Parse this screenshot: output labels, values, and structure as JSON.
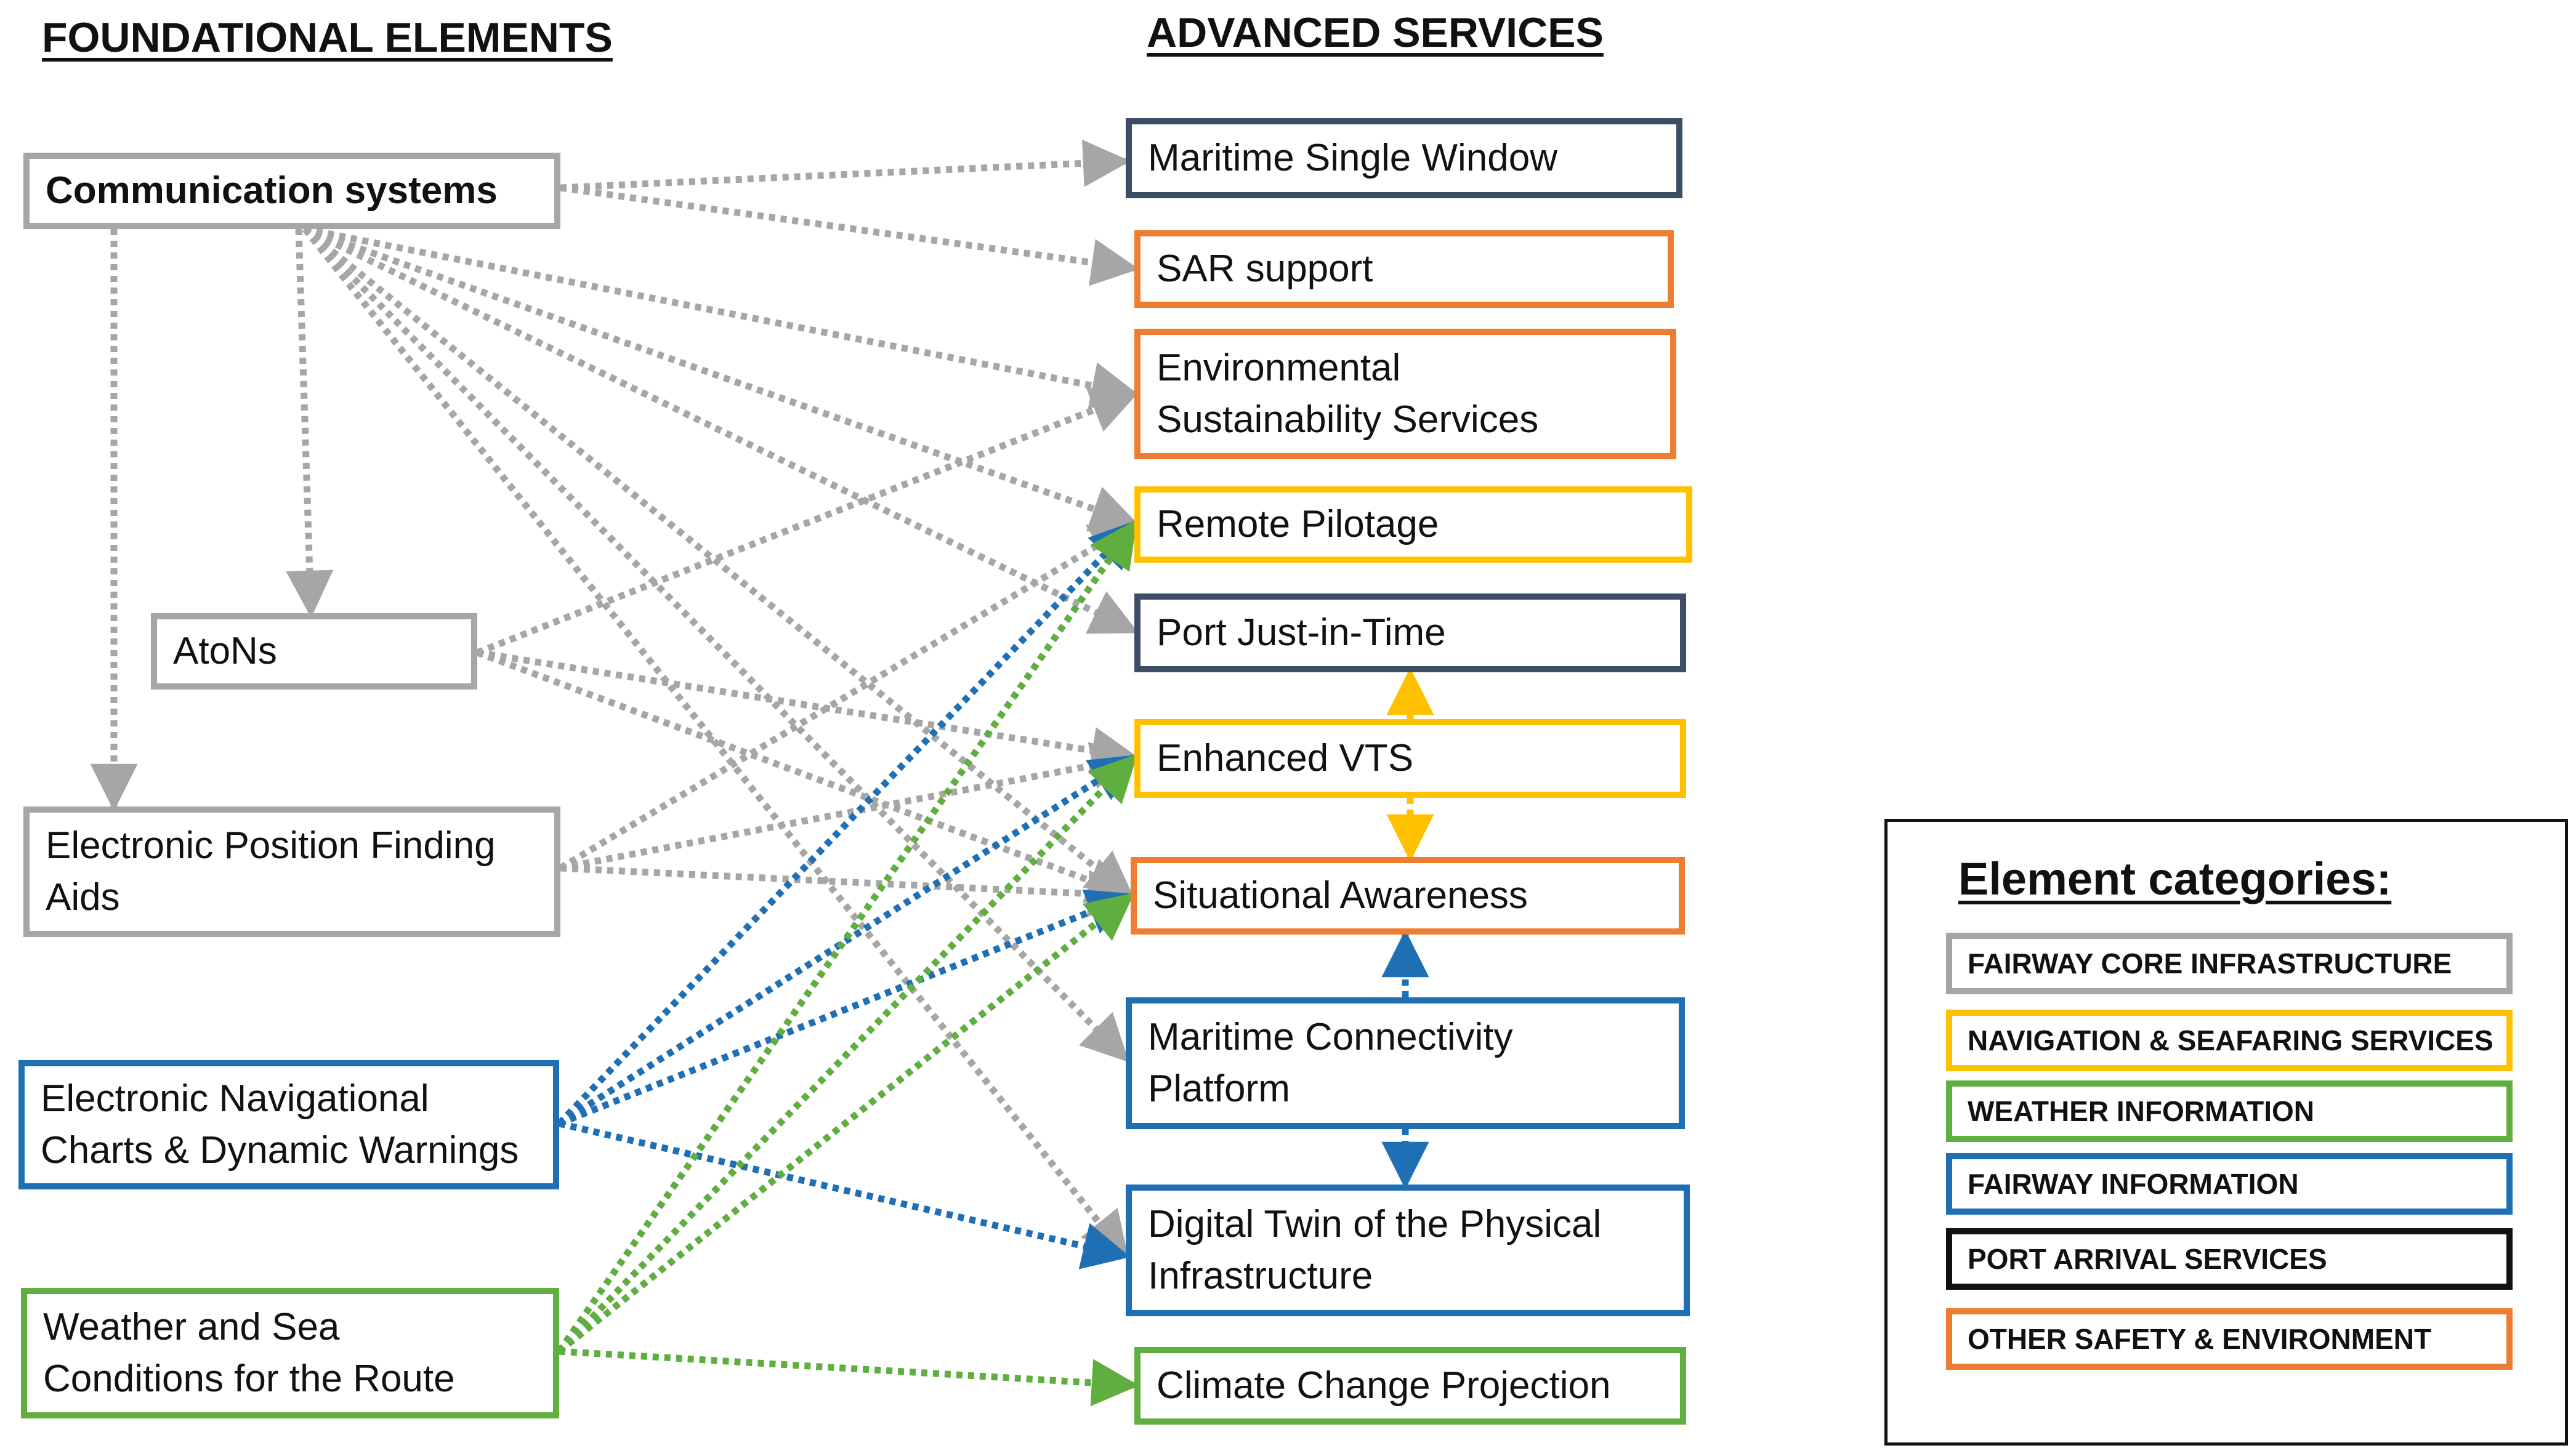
{
  "headings": {
    "foundational": "FOUNDATIONAL ELEMENTS",
    "advanced": "ADVANCED SERVICES"
  },
  "foundational_elements": [
    {
      "id": "comm",
      "lines": [
        "Communication systems"
      ],
      "category": "fairway-core-infrastructure"
    },
    {
      "id": "atons",
      "lines": [
        "AtoNs"
      ],
      "category": "fairway-core-infrastructure"
    },
    {
      "id": "epfa",
      "lines": [
        "Electronic Position Finding",
        "Aids"
      ],
      "category": "fairway-core-infrastructure"
    },
    {
      "id": "enc",
      "lines": [
        "Electronic Navigational",
        "Charts & Dynamic Warnings"
      ],
      "category": "fairway-information"
    },
    {
      "id": "weather",
      "lines": [
        "Weather and Sea",
        "Conditions for the Route"
      ],
      "category": "weather-information"
    }
  ],
  "advanced_services": [
    {
      "id": "msw",
      "lines": [
        "Maritime Single Window"
      ],
      "category": "port-arrival-services"
    },
    {
      "id": "sar",
      "lines": [
        "SAR support"
      ],
      "category": "other-safety-environment"
    },
    {
      "id": "env",
      "lines": [
        "Environmental",
        "Sustainability Services"
      ],
      "category": "other-safety-environment"
    },
    {
      "id": "rp",
      "lines": [
        "Remote Pilotage"
      ],
      "category": "navigation-seafaring-services"
    },
    {
      "id": "pjit",
      "lines": [
        "Port Just-in-Time"
      ],
      "category": "port-arrival-services"
    },
    {
      "id": "evts",
      "lines": [
        "Enhanced VTS"
      ],
      "category": "navigation-seafaring-services"
    },
    {
      "id": "sa",
      "lines": [
        "Situational Awareness"
      ],
      "category": "other-safety-environment"
    },
    {
      "id": "mcp",
      "lines": [
        "Maritime Connectivity",
        "Platform"
      ],
      "category": "fairway-information"
    },
    {
      "id": "dt",
      "lines": [
        "Digital Twin of the Physical",
        "Infrastructure"
      ],
      "category": "fairway-information"
    },
    {
      "id": "ccp",
      "lines": [
        "Climate Change Projection"
      ],
      "category": "weather-information"
    }
  ],
  "connections": [
    {
      "from": "comm",
      "to": "msw",
      "category": "fairway-core-infrastructure"
    },
    {
      "from": "comm",
      "to": "sar",
      "category": "fairway-core-infrastructure"
    },
    {
      "from": "comm",
      "to": "env",
      "category": "fairway-core-infrastructure"
    },
    {
      "from": "comm",
      "to": "rp",
      "category": "fairway-core-infrastructure"
    },
    {
      "from": "comm",
      "to": "pjit",
      "category": "fairway-core-infrastructure"
    },
    {
      "from": "comm",
      "to": "sa",
      "category": "fairway-core-infrastructure"
    },
    {
      "from": "comm",
      "to": "mcp",
      "category": "fairway-core-infrastructure"
    },
    {
      "from": "comm",
      "to": "dt",
      "category": "fairway-core-infrastructure"
    },
    {
      "from": "comm",
      "to": "atons",
      "category": "fairway-core-infrastructure"
    },
    {
      "from": "comm",
      "to": "epfa",
      "category": "fairway-core-infrastructure"
    },
    {
      "from": "atons",
      "to": "env",
      "category": "fairway-core-infrastructure"
    },
    {
      "from": "atons",
      "to": "evts",
      "category": "fairway-core-infrastructure"
    },
    {
      "from": "atons",
      "to": "sa",
      "category": "fairway-core-infrastructure"
    },
    {
      "from": "epfa",
      "to": "rp",
      "category": "fairway-core-infrastructure"
    },
    {
      "from": "epfa",
      "to": "evts",
      "category": "fairway-core-infrastructure"
    },
    {
      "from": "epfa",
      "to": "sa",
      "category": "fairway-core-infrastructure"
    },
    {
      "from": "enc",
      "to": "rp",
      "category": "fairway-information"
    },
    {
      "from": "enc",
      "to": "evts",
      "category": "fairway-information"
    },
    {
      "from": "enc",
      "to": "sa",
      "category": "fairway-information"
    },
    {
      "from": "enc",
      "to": "dt",
      "category": "fairway-information"
    },
    {
      "from": "weather",
      "to": "rp",
      "category": "weather-information"
    },
    {
      "from": "weather",
      "to": "evts",
      "category": "weather-information"
    },
    {
      "from": "weather",
      "to": "sa",
      "category": "weather-information"
    },
    {
      "from": "weather",
      "to": "ccp",
      "category": "weather-information"
    },
    {
      "from": "evts",
      "to": "pjit",
      "category": "navigation-seafaring-services"
    },
    {
      "from": "evts",
      "to": "sa",
      "category": "navigation-seafaring-services"
    },
    {
      "from": "mcp",
      "to": "sa",
      "category": "fairway-information"
    },
    {
      "from": "mcp",
      "to": "dt",
      "category": "fairway-information"
    }
  ],
  "legend": {
    "title": "Element categories:",
    "items": [
      {
        "id": "fairway-core-infrastructure",
        "label": "FAIRWAY CORE INFRASTRUCTURE",
        "color": "#a6a6a6"
      },
      {
        "id": "navigation-seafaring-services",
        "label": "NAVIGATION & SEAFARING SERVICES",
        "color": "#ffc000"
      },
      {
        "id": "weather-information",
        "label": "WEATHER INFORMATION",
        "color": "#5fae3f"
      },
      {
        "id": "fairway-information",
        "label": "FAIRWAY INFORMATION",
        "color": "#1f6fb5"
      },
      {
        "id": "port-arrival-services",
        "label": "PORT ARRIVAL SERVICES",
        "color": "#111111"
      },
      {
        "id": "other-safety-environment",
        "label": "OTHER SAFETY & ENVIRONMENT",
        "color": "#ed7d31"
      }
    ]
  },
  "colors": {
    "gray": "#a6a6a6",
    "navy": "#3d4d66",
    "orange": "#ed7d31",
    "yellow": "#ffc000",
    "blue": "#1f6fb5",
    "green": "#5fae3f",
    "black": "#111111"
  }
}
